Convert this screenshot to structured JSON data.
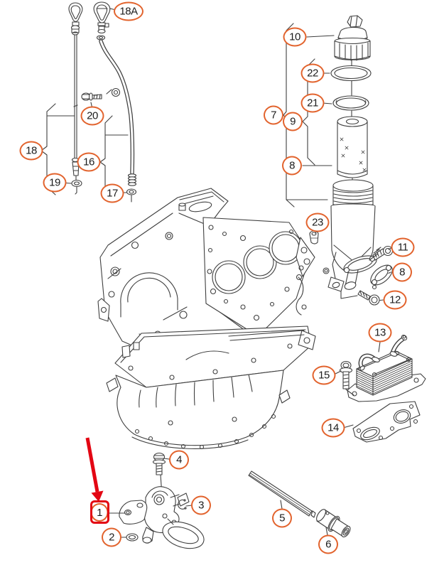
{
  "diagram": {
    "description": "Exploded parts diagram - engine oil system (dipstick, oil filter, engine block, oil pan, oil cooler, oil pump)"
  },
  "colors": {
    "line": "#3f3f3f",
    "callout": "#e2632d",
    "highlight": "#e30613",
    "bg": "#ffffff"
  },
  "callouts": {
    "c18a": {
      "label": "18A"
    },
    "c20": {
      "label": "20"
    },
    "c18": {
      "label": "18"
    },
    "c16": {
      "label": "16"
    },
    "c19": {
      "label": "19"
    },
    "c17": {
      "label": "17"
    },
    "c10": {
      "label": "10"
    },
    "c22": {
      "label": "22"
    },
    "c21": {
      "label": "21"
    },
    "c7": {
      "label": "7"
    },
    "c9": {
      "label": "9"
    },
    "c8a": {
      "label": "8"
    },
    "c23": {
      "label": "23"
    },
    "c11": {
      "label": "11"
    },
    "c8b": {
      "label": "8"
    },
    "c12": {
      "label": "12"
    },
    "c13": {
      "label": "13"
    },
    "c15": {
      "label": "15"
    },
    "c14": {
      "label": "14"
    },
    "c4": {
      "label": "4"
    },
    "c3": {
      "label": "3"
    },
    "c1": {
      "label": "1"
    },
    "c2": {
      "label": "2"
    },
    "c5": {
      "label": "5"
    },
    "c6": {
      "label": "6"
    }
  }
}
